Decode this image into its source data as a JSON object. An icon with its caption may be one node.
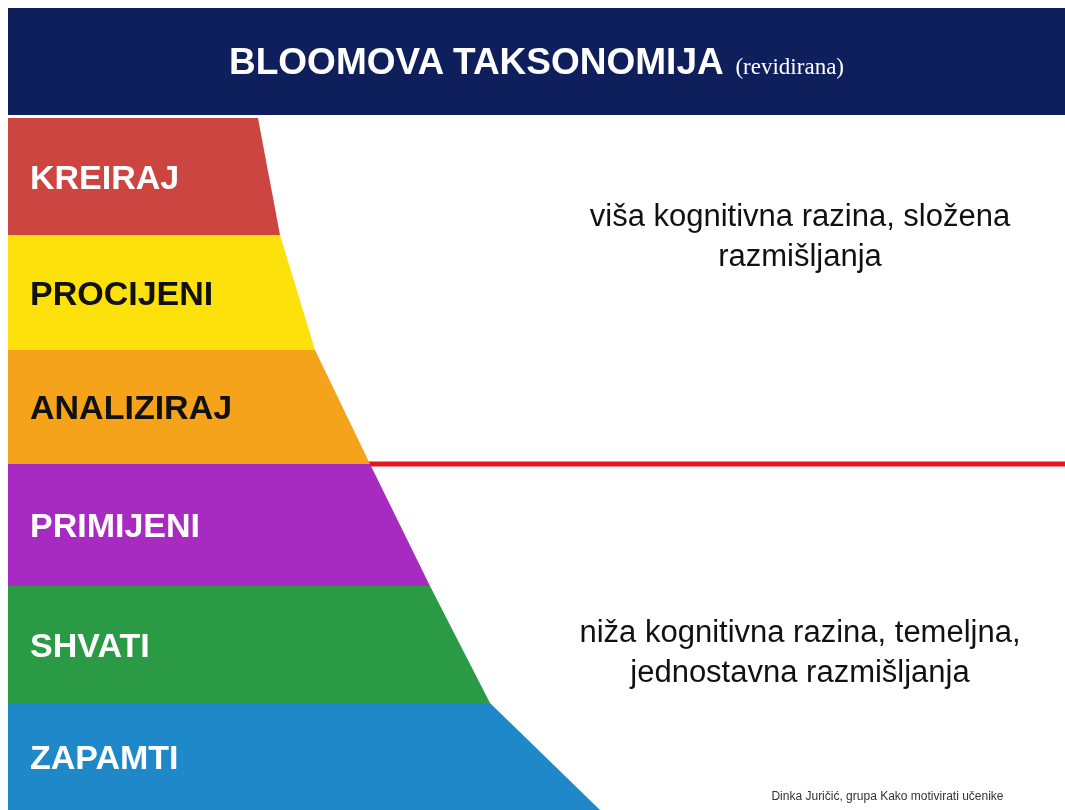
{
  "diagram": {
    "title": "**BLOOMOVA TAKSONOMIJA** (revidirana)",
    "nodes": [
      {
        "text": [
          "KREIRAJ"
        ]
      },
      {
        "text": [
          "PROCIJENI"
        ]
      },
      {
        "text": [
          "ANALIZIRAJ"
        ]
      },
      {
        "text": [
          "PRIMIJENI"
        ]
      },
      {
        "text": [
          "SHVATI"
        ]
      },
      {
        "text": [
          "ZAPAMTI"
        ]
      }
    ],
    "labels": [
      "viša kognitivna razina, složena razmišljanja",
      "niža kognitivna razina, temeljna, jednostavna razmišljanja",
      "Dinka Juričić, grupa Kako motivirati učenike"
    ]
  }
}
